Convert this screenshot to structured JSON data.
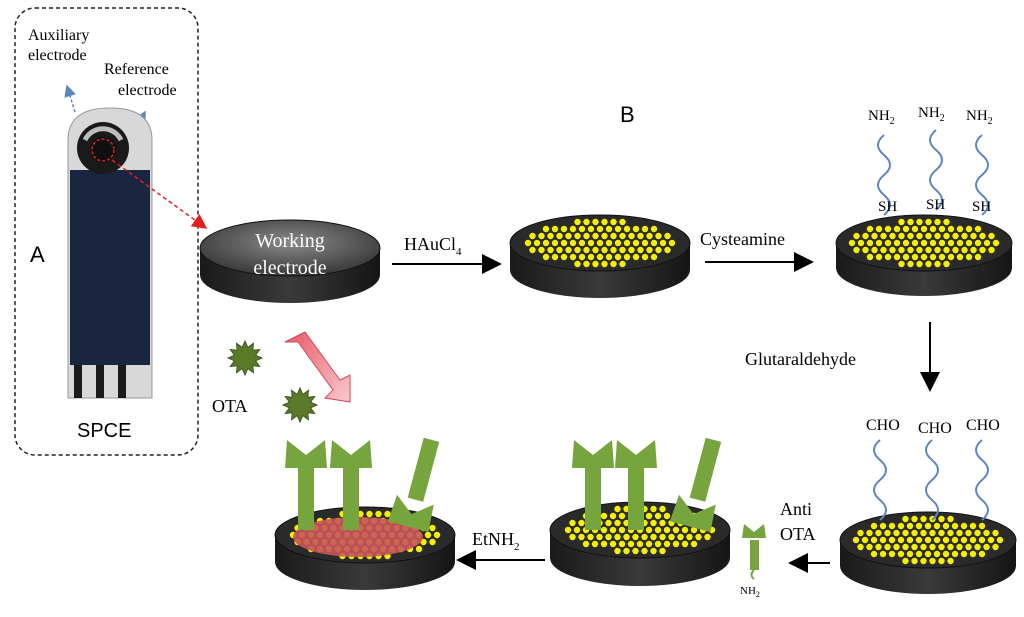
{
  "panel_a": {
    "letter": "A",
    "caption": "SPCE",
    "auxiliary_label": [
      "Auxiliary",
      "electrode"
    ],
    "reference_label": [
      "Reference",
      "electrode"
    ]
  },
  "panel_b": {
    "letter": "B",
    "working_electrode": [
      "Working",
      "electrode"
    ],
    "step1_reagent": "HAuCl",
    "step1_subscript": "4",
    "step2_reagent": "Cysteamine",
    "step3_reagent": "Glutaraldehyde",
    "step4_reagent": [
      "Anti",
      "OTA"
    ],
    "step5_reagent": "EtNH",
    "step5_subscript": "2",
    "amine_group": "NH",
    "amine_subscript": "2",
    "thiol_group": "SH",
    "aldehyde_group": "CHO",
    "analyte": "OTA"
  },
  "colors": {
    "gold_particle": "#f5f000",
    "electrode_body": "#2f2f2f",
    "linker": "#5b86c4",
    "antibody": "#76a53e",
    "ota": "#5a7a2a",
    "blocked_surface": "#c8555a"
  }
}
